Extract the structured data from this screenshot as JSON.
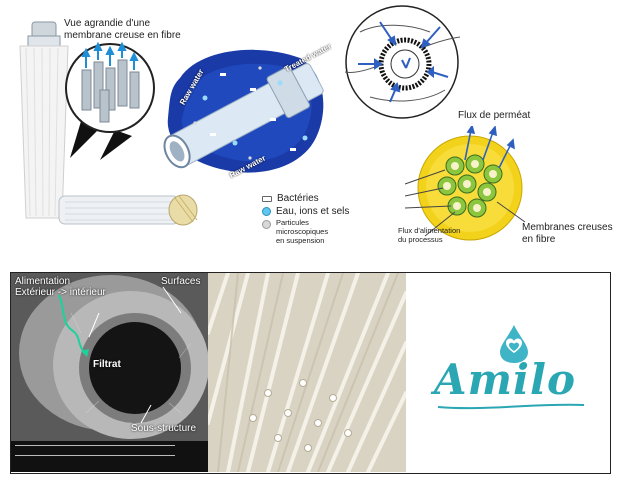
{
  "top": {
    "magnified_label_line1": "Vue agrandie d'une",
    "magnified_label_line2": "membrane creuse en fibre",
    "module_label_top": "Treated water",
    "module_label_left": "Raw water",
    "module_label_bottom": "Raw water",
    "legend": {
      "bacteria": "Bactéries",
      "water_ions_salts": "Eau, ions et sels",
      "particles_line1": "Particules",
      "particles_line2": "microscopiques",
      "particles_line3": "en suspension"
    },
    "permeate_flow": "Flux de perméat",
    "feed_flow_line1": "Flux d'alimentation",
    "feed_flow_line2": "du processus",
    "hollow_membranes_line1": "Membranes creuses",
    "hollow_membranes_line2": "en fibre"
  },
  "bottom": {
    "sem": {
      "feed_line1": "Alimentation",
      "feed_line2": "Extérieur -> intérieur",
      "surfaces": "Surfaces",
      "filtrate": "Filtrat",
      "substructure": "Sous-structure"
    },
    "logo_text": "Amilo",
    "colors": {
      "logo_teal": "#2aa7b3",
      "logo_drop": "#3fb4c6",
      "membrane_yellow": "#f3d21b",
      "membrane_green": "#8cc63f"
    }
  }
}
